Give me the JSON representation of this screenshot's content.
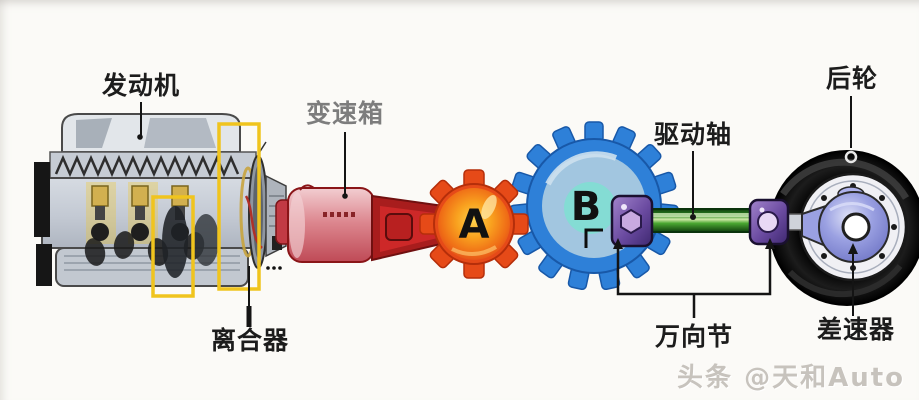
{
  "labels": {
    "engine": "发动机",
    "gearbox": "变速箱",
    "clutch": "离合器",
    "drive_shaft": "驱动轴",
    "rear_wheel": "后轮",
    "universal_joint": "万向节",
    "differential": "差速器"
  },
  "gears": {
    "input_gear_label": "A",
    "output_gear_label": "B"
  },
  "watermark": "头条 @天和Auto",
  "colors": {
    "background": "#fbfaf7",
    "label_text": "#1c1c1c",
    "gearbox_label_text": "#7d7d7d",
    "engine_body": "#c8cdd6",
    "highlight_yellow": "#f0c41e",
    "gearbox_body": "#dd8890",
    "gearbox_tail": "#a81d1d",
    "gear_a": "#e8491d",
    "gear_a_center": "#f9a21f",
    "gear_b": "#2e80d8",
    "gear_b_inner": "#a2c6e0",
    "gear_b_hub": "#84dcd4",
    "drive_shaft_green": "#3f9c2f",
    "universal_joint_purple": "#5a3a8e",
    "tire_black": "#111111",
    "differential_blue": "#8f96dd",
    "watermark_gray": "#c7c3bd"
  }
}
